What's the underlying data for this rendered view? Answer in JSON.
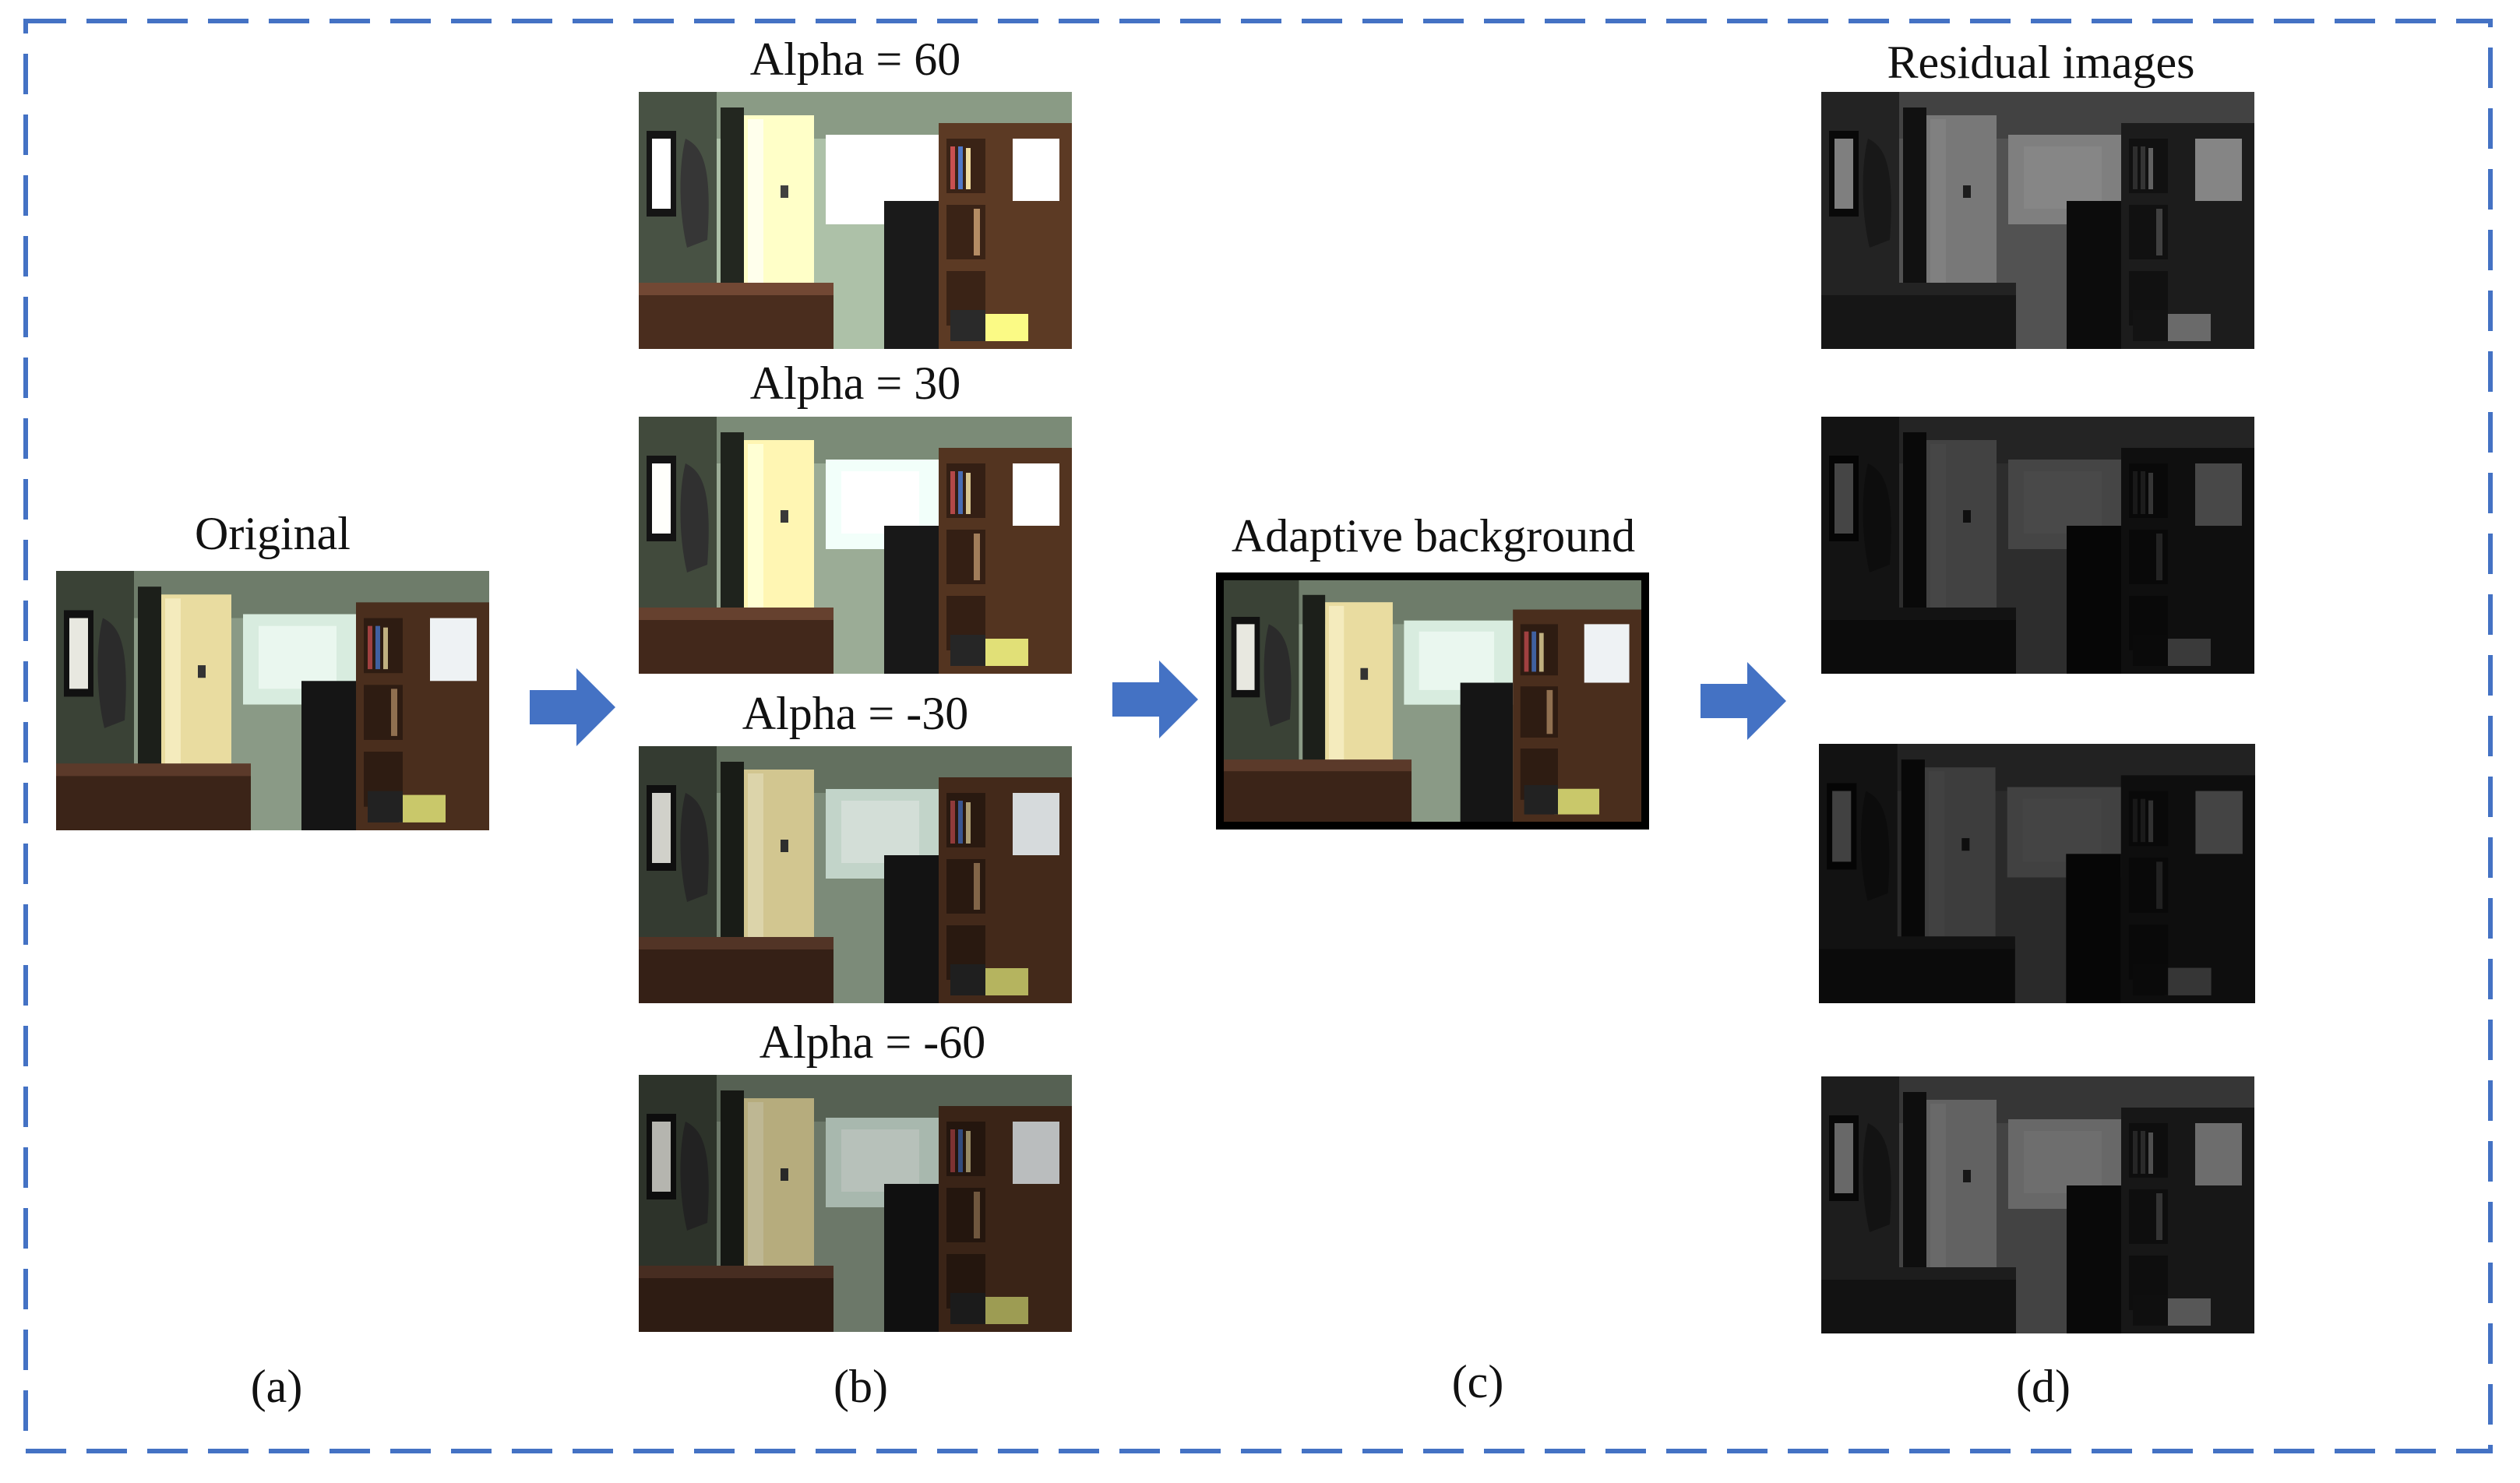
{
  "titles": {
    "original": "Original",
    "adaptive": "Adaptive background",
    "residual": "Residual images"
  },
  "alpha_labels": [
    "Alpha = 60",
    "Alpha = 30",
    "Alpha = -30",
    "Alpha = -60"
  ],
  "panel_labels": {
    "a": "(a)",
    "b": "(b)",
    "c": "(c)",
    "d": "(d)"
  },
  "colors": {
    "border": "#4472C4",
    "arrow": "#4472C4"
  }
}
